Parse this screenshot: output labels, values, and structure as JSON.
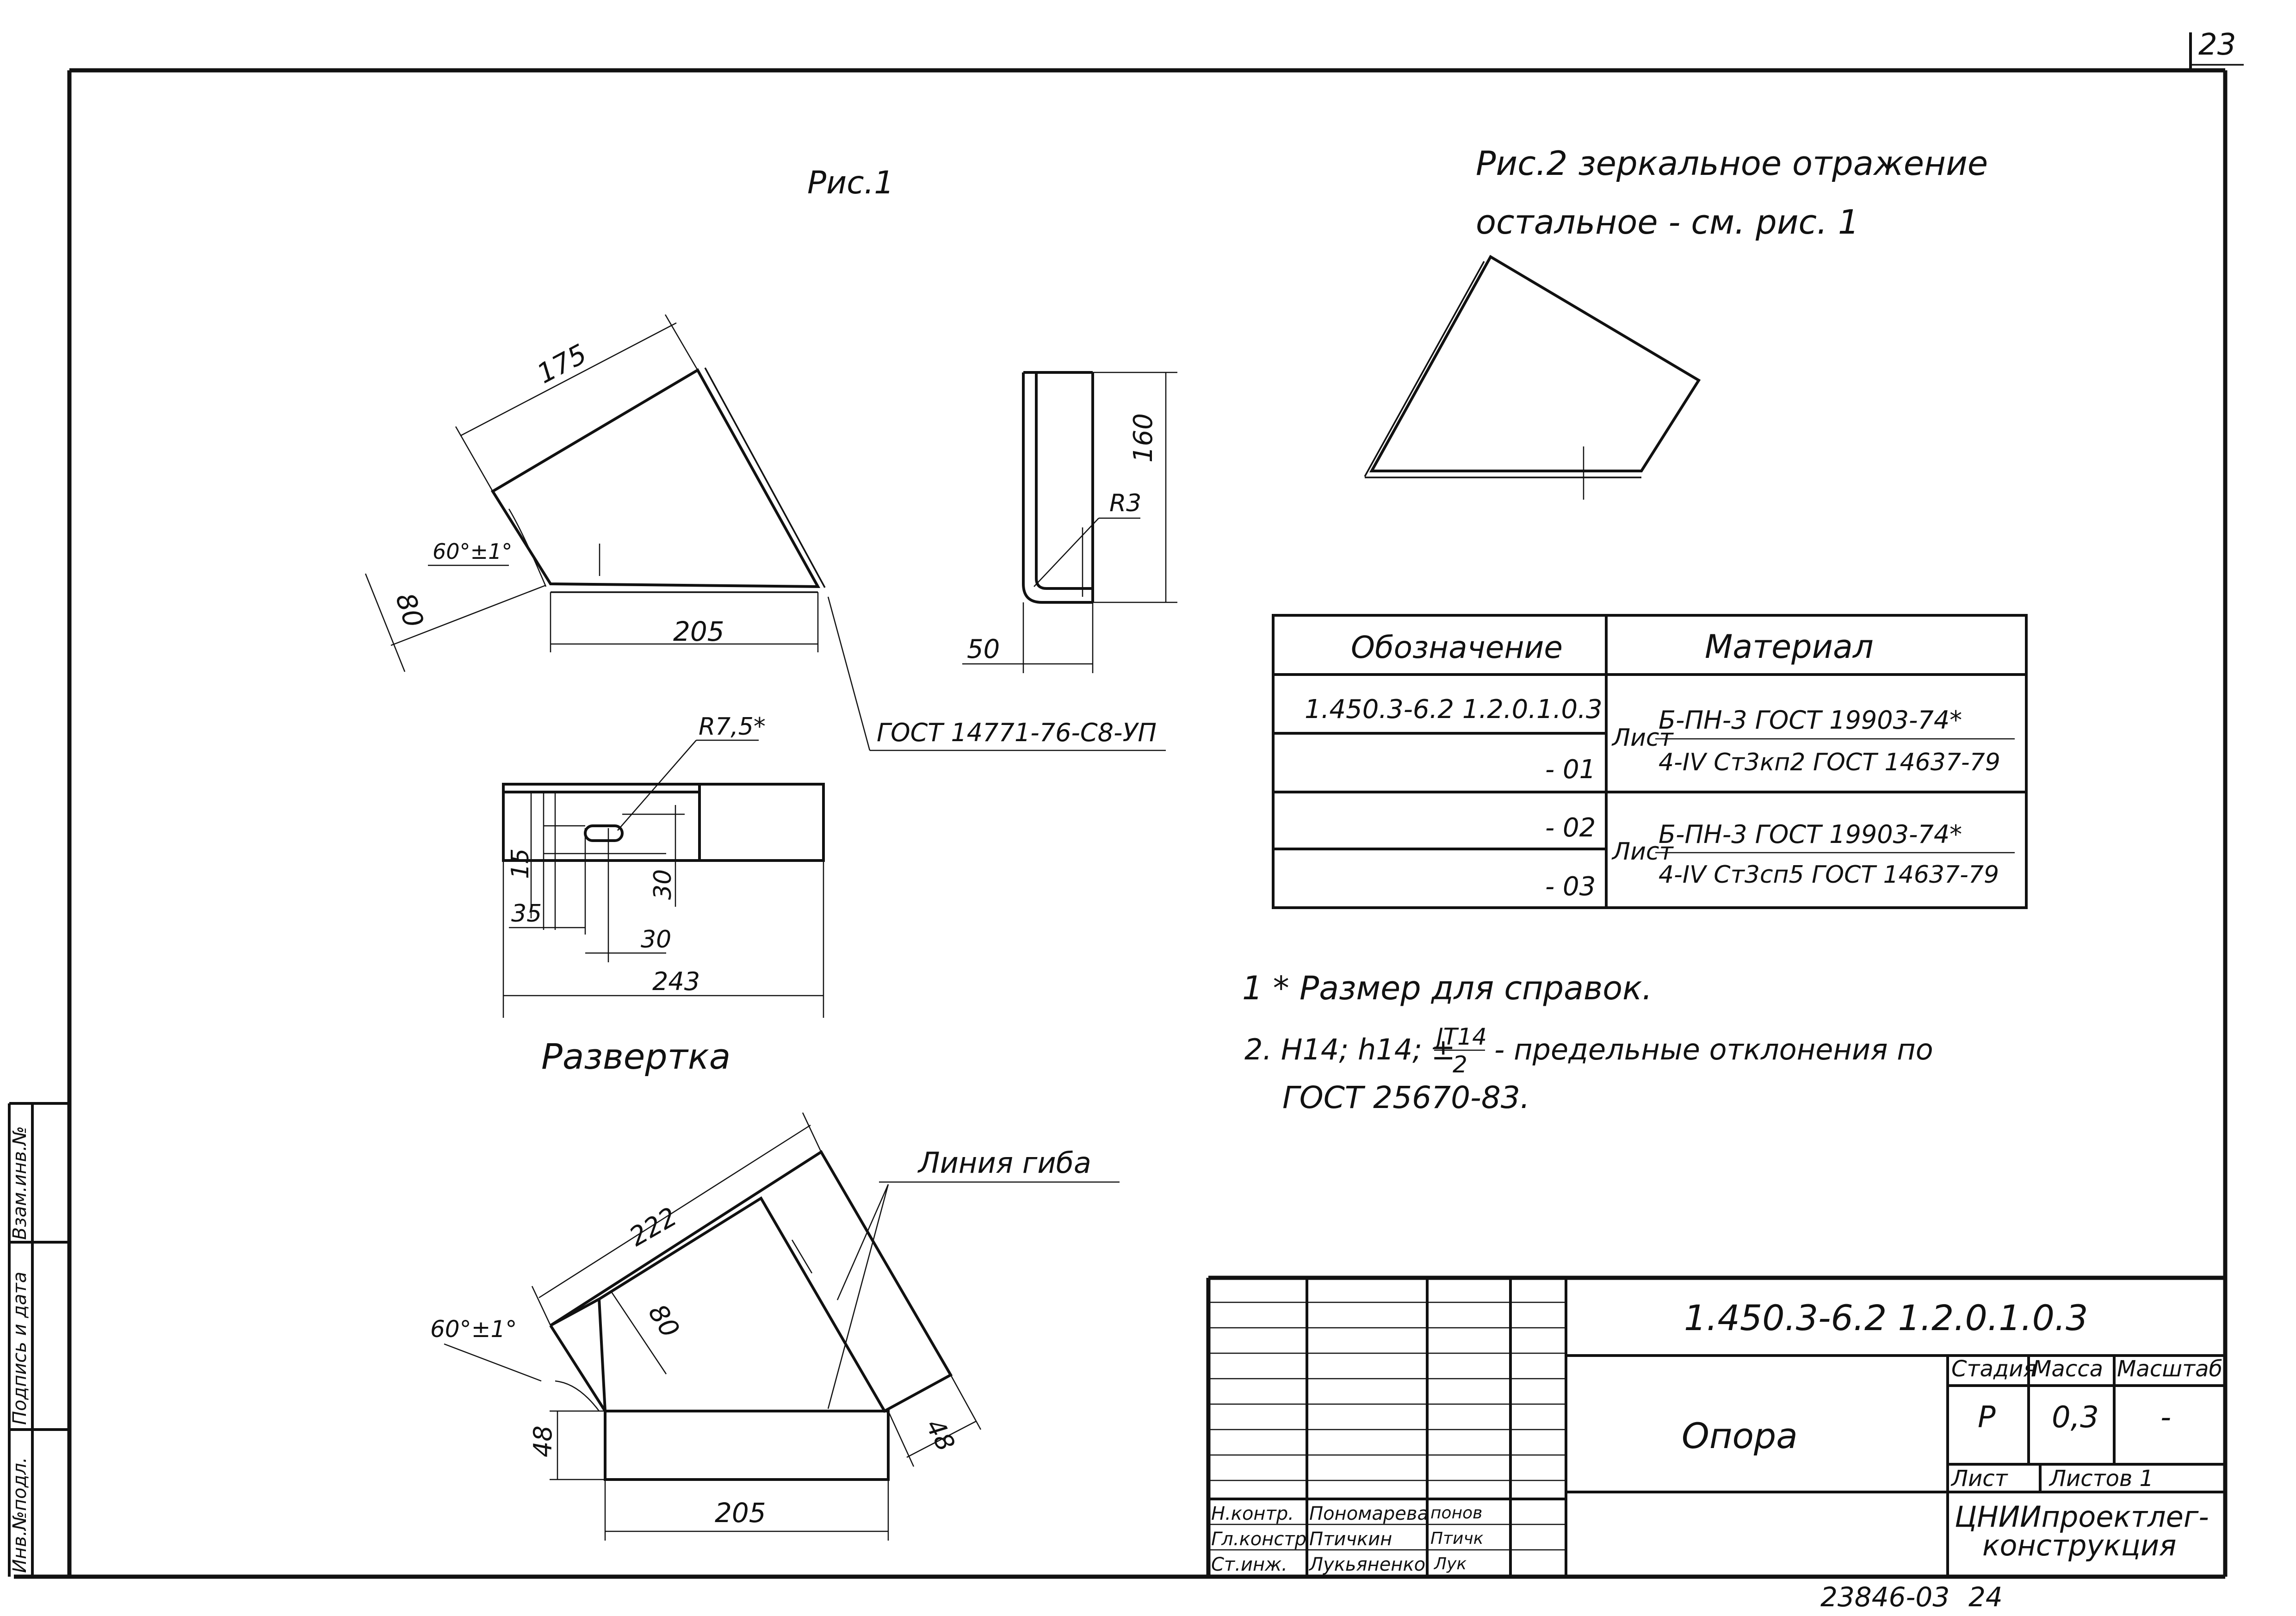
{
  "corner_sheet_number": "23",
  "figures": {
    "fig1_title": "Рис.1",
    "fig2_title_line1": "Рис.2 зеркальное отражение",
    "fig2_title_line2": "остальное - см. рис. 1",
    "unfold_title": "Развертка",
    "fig1_dims": {
      "len_175": "175",
      "angle": "60°±1°",
      "len_80": "80",
      "len_205": "205",
      "gost_note": "ГОСТ 14771-76-С8-УП",
      "len_160": "160",
      "radius_r3": "R3",
      "len_50": "50"
    },
    "unfold_dims": {
      "radius": "R7,5*",
      "len_15": "15",
      "len_30_v": "30",
      "len_35": "35",
      "len_30_h": "30",
      "len_243": "243"
    },
    "bend_dims": {
      "len_222": "222",
      "bend_line_label": "Линия гиба",
      "len_80": "80",
      "angle": "60°±1°",
      "len_48_left": "48",
      "len_48_right": "48",
      "len_205": "205"
    }
  },
  "materials_table": {
    "header_designation": "Обозначение",
    "header_material": "Материал",
    "rows": [
      {
        "designation": "1.450.3-6.2 1.2.0.1.0.3"
      },
      {
        "designation": "- 01"
      },
      {
        "designation": "- 02"
      },
      {
        "designation": "- 03"
      }
    ],
    "material_a": {
      "prefix": "Лист",
      "top": "Б-ПН-3 ГОСТ 19903-74*",
      "bottom": "4-IV Ст3кп2 ГОСТ 14637-79"
    },
    "material_b": {
      "prefix": "Лист",
      "top": "Б-ПН-3 ГОСТ 19903-74*",
      "bottom": "4-IV Ст3сп5 ГОСТ 14637-79"
    }
  },
  "notes": {
    "note1": "1 * Размер для справок.",
    "note2_a": "2. Н14; h14; ±",
    "note2_fraction_top": "JT14",
    "note2_fraction_bottom": "2",
    "note2_b": "- предельные отклонения по",
    "note2_c": "ГОСТ 25670-83."
  },
  "left_margin": {
    "label_sign": "Подпись и дата",
    "label_inv": "Взам.инв.№",
    "label_inv_orig": "Инв.№подл."
  },
  "title_block": {
    "code": "1.450.3-6.2 1.2.0.1.0.3",
    "name": "Опора",
    "stage_header": "Стадия",
    "mass_header": "Масса",
    "scale_header": "Масштаб",
    "stage_value": "Р",
    "mass_value": "0,3",
    "scale_value": "-",
    "sheet_label": "Лист",
    "sheets_label": "Листов 1",
    "org_line1": "ЦНИИпроектлег-",
    "org_line2": "конструкция",
    "signers": [
      {
        "role": "Н.контр.",
        "name": "Пономарева",
        "sign": "понов"
      },
      {
        "role": "Гл.констр",
        "name": "Птичкин",
        "sign": "Птичк"
      },
      {
        "role": "Ст.инж.",
        "name": "Лукьяненко",
        "sign": "Лук"
      }
    ]
  },
  "footer": {
    "archive_number": "23846-03",
    "page_number": "24"
  }
}
